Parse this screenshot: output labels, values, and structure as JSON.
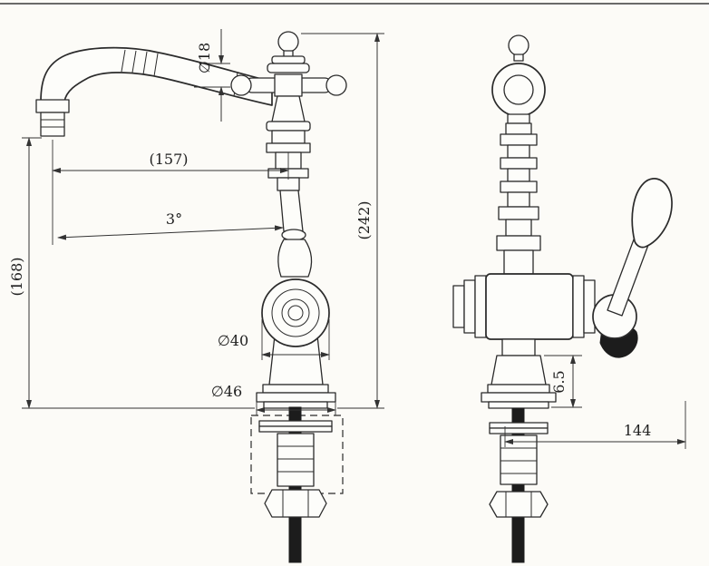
{
  "drawing": {
    "type": "faucet-technical-drawing-two-views",
    "background": "#fcfbf7",
    "line_color": "#2b2b2b"
  },
  "dimensions": {
    "spout_diameter": "∅18",
    "spout_reach": "(157)",
    "spout_angle": "3°",
    "spout_height": "(168)",
    "overall_height": "(242)",
    "body_diameter": "∅40",
    "base_diameter": "∅46",
    "base_thickness": "6.5",
    "overall_depth": "144"
  }
}
